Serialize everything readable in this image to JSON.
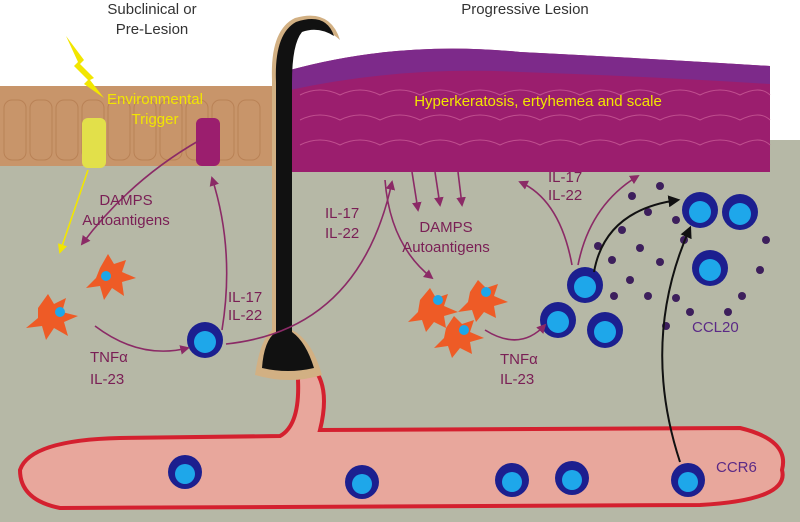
{
  "stages": {
    "left_title_line1": "Subclinical or",
    "left_title_line2": "Pre-Lesion",
    "right_title": "Progressive Lesion"
  },
  "labels": {
    "environmental_line1": "Environmental",
    "environmental_line2": "Trigger",
    "hyperkeratosis": "Hyperkeratosis, ertyhemea and scale",
    "damps_left_line1": "DAMPS",
    "damps_left_line2": "Autoantigens",
    "damps_right_line1": "DAMPS",
    "damps_right_line2": "Autoantigens",
    "il17_center": "IL-17",
    "il22_center": "IL-22",
    "il17_left": "IL-17",
    "il22_left": "IL-22",
    "il17_right": "IL-17",
    "il22_right": "IL-22",
    "tnfa_left": "TNFα",
    "il23_left": "IL-23",
    "tnfa_right": "TNFα",
    "il23_right": "IL-23",
    "ccl20": "CCL20",
    "ccr6": "CCR6"
  },
  "colors": {
    "dermis": "#b6b8a6",
    "epidermis_normal": "#c8956a",
    "epidermis_lesion": "#9b1e6e",
    "stratum_corneum": "#7d2a8a",
    "vessel_fill": "#e8a79c",
    "vessel_stroke": "#d4202f",
    "t_cell_outer": "#1c1f8f",
    "t_cell_inner": "#1ea7ea",
    "dendritic_cell": "#ee5b26",
    "trigger": "#f2e600",
    "arrow": "#8b2a66",
    "chemokine_dot": "#3d1f5c"
  }
}
